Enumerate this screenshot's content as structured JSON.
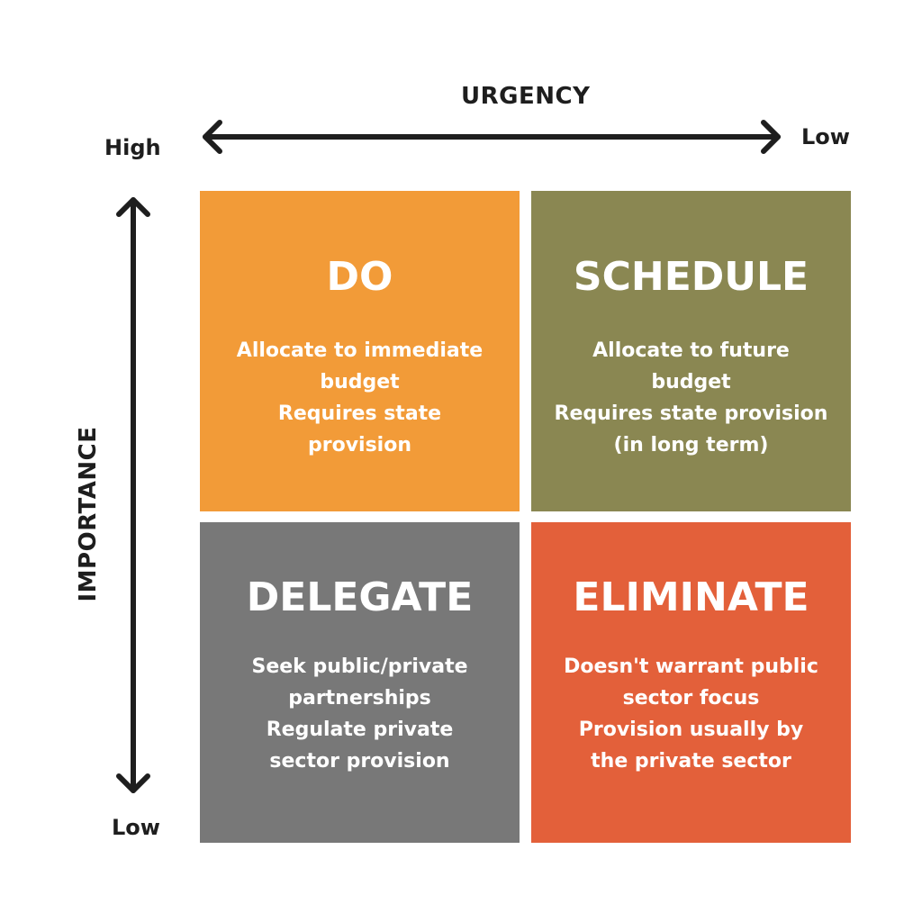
{
  "axes": {
    "x_title": "URGENCY",
    "x_high": "High",
    "x_low": "Low",
    "y_title": "IMPORTANCE",
    "y_low": "Low"
  },
  "quadrants": [
    {
      "id": "do",
      "title": "DO",
      "color": "#f29b38",
      "lines": [
        "Allocate to immediate",
        "budget",
        "Requires state",
        "provision"
      ]
    },
    {
      "id": "schedule",
      "title": "SCHEDULE",
      "color": "#8a8752",
      "lines": [
        "Allocate to future",
        "budget",
        "Requires state provision",
        "(in long term)"
      ]
    },
    {
      "id": "delegate",
      "title": "DELEGATE",
      "color": "#787878",
      "lines": [
        "Seek public/private",
        "partnerships",
        "Regulate private",
        "sector provision"
      ]
    },
    {
      "id": "eliminate",
      "title": "ELIMINATE",
      "color": "#e3603a",
      "lines": [
        "Doesn't warrant public",
        "sector focus",
        "Provision usually by",
        "the private sector"
      ]
    }
  ]
}
